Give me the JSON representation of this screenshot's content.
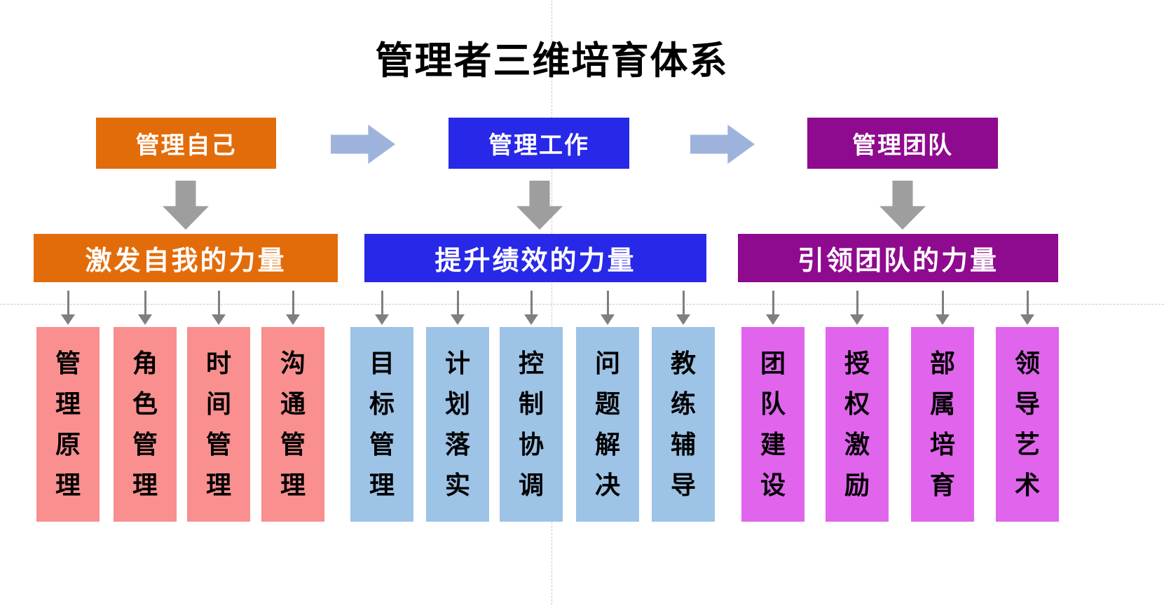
{
  "title": "管理者三维培育体系",
  "colors": {
    "orange": "#e36c0a",
    "blue": "#2828e8",
    "purple": "#8e0a8e",
    "pink_column": "#f98f8f",
    "lightblue_column": "#9dc3e6",
    "violet_column": "#e065ec",
    "flow_arrow": "#9eb3dc",
    "down_arrow": "#9e9e9e"
  },
  "groups": [
    {
      "header": "管理自己",
      "banner": "激发自我的力量",
      "columns": [
        "管理原理",
        "角色管理",
        "时间管理",
        "沟通管理"
      ]
    },
    {
      "header": "管理工作",
      "banner": "提升绩效的力量",
      "columns": [
        "目标管理",
        "计划落实",
        "控制协调",
        "问题解决",
        "教练辅导"
      ]
    },
    {
      "header": "管理团队",
      "banner": "引领团队的力量",
      "columns": [
        "团队建设",
        "授权激励",
        "部属培育",
        "领导艺术"
      ]
    }
  ]
}
